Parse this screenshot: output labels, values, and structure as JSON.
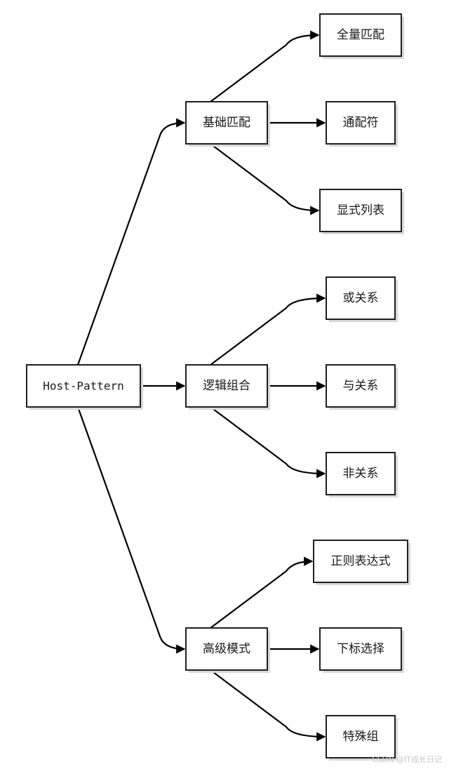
{
  "diagram": {
    "type": "tree",
    "root": {
      "id": "root",
      "label": "Host-Pattern"
    },
    "groups": [
      {
        "id": "basic",
        "label": "基础匹配",
        "children": [
          {
            "id": "basic-full",
            "label": "全量匹配"
          },
          {
            "id": "basic-wildcard",
            "label": "通配符"
          },
          {
            "id": "basic-list",
            "label": "显式列表"
          }
        ]
      },
      {
        "id": "logic",
        "label": "逻辑组合",
        "children": [
          {
            "id": "logic-or",
            "label": "或关系"
          },
          {
            "id": "logic-and",
            "label": "与关系"
          },
          {
            "id": "logic-not",
            "label": "非关系"
          }
        ]
      },
      {
        "id": "advanced",
        "label": "高级模式",
        "children": [
          {
            "id": "adv-regex",
            "label": "正则表达式"
          },
          {
            "id": "adv-index",
            "label": "下标选择"
          },
          {
            "id": "adv-special",
            "label": "特殊组"
          }
        ]
      }
    ]
  },
  "watermark": "CSDN @IT成长日记",
  "colors": {
    "stroke": "#1f1f1f",
    "fill": "#ffffff",
    "shadow": "#d9d9d9"
  }
}
